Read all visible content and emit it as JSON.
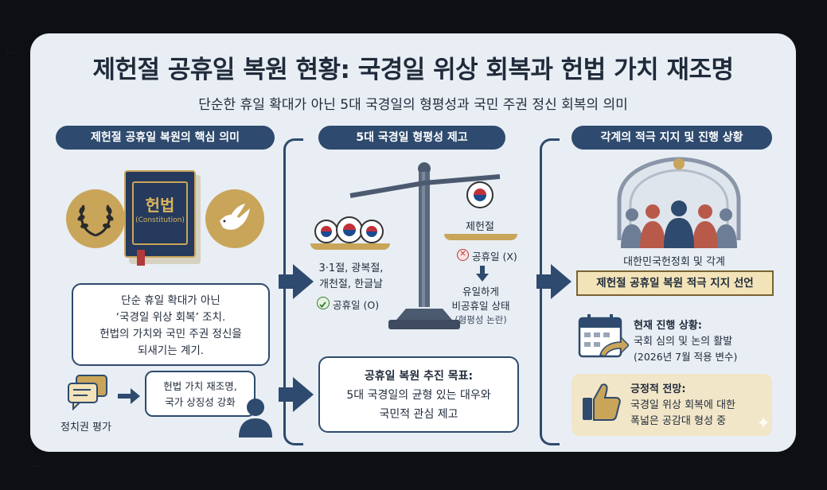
{
  "title": "제헌절 공휴일 복원 현황: 국경일 위상 회복과 헌법 가치 재조명",
  "subtitle": "단순한 휴일 확대가 아닌 5대 국경일의 형평성과 국민 주권 정신 회복의 의미",
  "colors": {
    "navy": "#2e4a6e",
    "card": "#e8eef4",
    "gold": "#b08a3e",
    "tan": "#f2e6c8"
  },
  "left": {
    "header": "제헌절 공휴일 복원의 핵심 의미",
    "book_title": "헌법",
    "book_sub": "(Constitution)",
    "note_lines": [
      "단순 휴일 확대가 아닌",
      "‘국경일 위상 회복’ 조치.",
      "헌법의 가치와 국민 주권 정신을",
      "되새기는 계기."
    ],
    "speech_lines": [
      "헌법 가치 재조명,",
      "국가 상징성 강화"
    ],
    "speaker_label": "정치권 평가"
  },
  "middle": {
    "header": "5대 국경일 형평성 제고",
    "left_pan_lines": [
      "3·1절, 광복절,",
      "개천절, 한글날"
    ],
    "left_status": "공휴일 (O)",
    "right_pan_label": "제헌절",
    "right_status": "공휴일 (X)",
    "right_desc_lines": [
      "유일하게",
      "비공휴일 상태"
    ],
    "right_note": "(형평성 논란)",
    "goal_lines": [
      "공휴일 복원 추진 목표:",
      "5대 국경일의 균형 있는 대우와",
      "국민적 관심 제고"
    ]
  },
  "right": {
    "header": "각계의 적극 지지 및 진행 상황",
    "group_label": "대한민국헌정회 및 각계",
    "banner": "제헌절 공휴일 복원 적극 지지 선언",
    "progress_lines": [
      "현재 진행 상황:",
      "국회 심의 및 논의 활발",
      "(2026년 7월 적용 변수)"
    ],
    "outlook_lines": [
      "긍정적 전망:",
      "국경일 위상 회복에 대한",
      "폭넓은 공감대 형성 중"
    ]
  },
  "icons": [
    "laurel-icon",
    "dove-icon",
    "flag-icon",
    "check-icon",
    "x-icon",
    "chat-icon",
    "person-icon",
    "calendar-icon",
    "thumbs-up-icon",
    "scale-icon",
    "building-icon"
  ]
}
